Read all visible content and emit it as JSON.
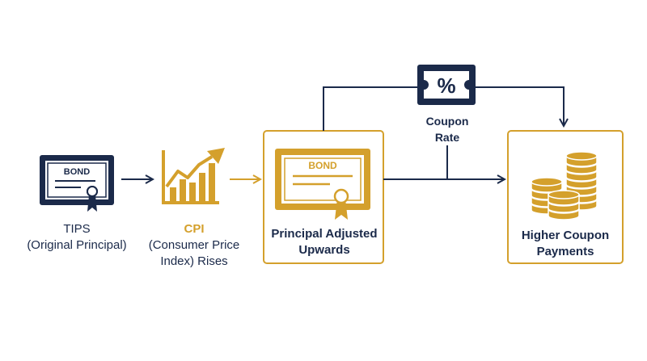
{
  "colors": {
    "navy": "#1b2a4a",
    "gold": "#d4a02c",
    "gold_light": "#f3e2b3",
    "white": "#ffffff"
  },
  "tips": {
    "icon": "bond-certificate-icon",
    "badge": "BOND",
    "title": "TIPS",
    "subtitle": "(Original Principal)"
  },
  "cpi": {
    "icon": "rising-bar-chart-icon",
    "title": "CPI",
    "line2": "(Consumer Price",
    "line3": "Index) Rises"
  },
  "principal": {
    "icon": "bond-certificate-icon",
    "badge": "BOND",
    "line1": "Principal Adjusted",
    "line2": "Upwards"
  },
  "coupon_rate": {
    "icon": "percent-ticket-icon",
    "line1": "Coupon",
    "line2": "Rate"
  },
  "payments": {
    "icon": "coin-stacks-icon",
    "line1": "Higher Coupon",
    "line2": "Payments"
  }
}
